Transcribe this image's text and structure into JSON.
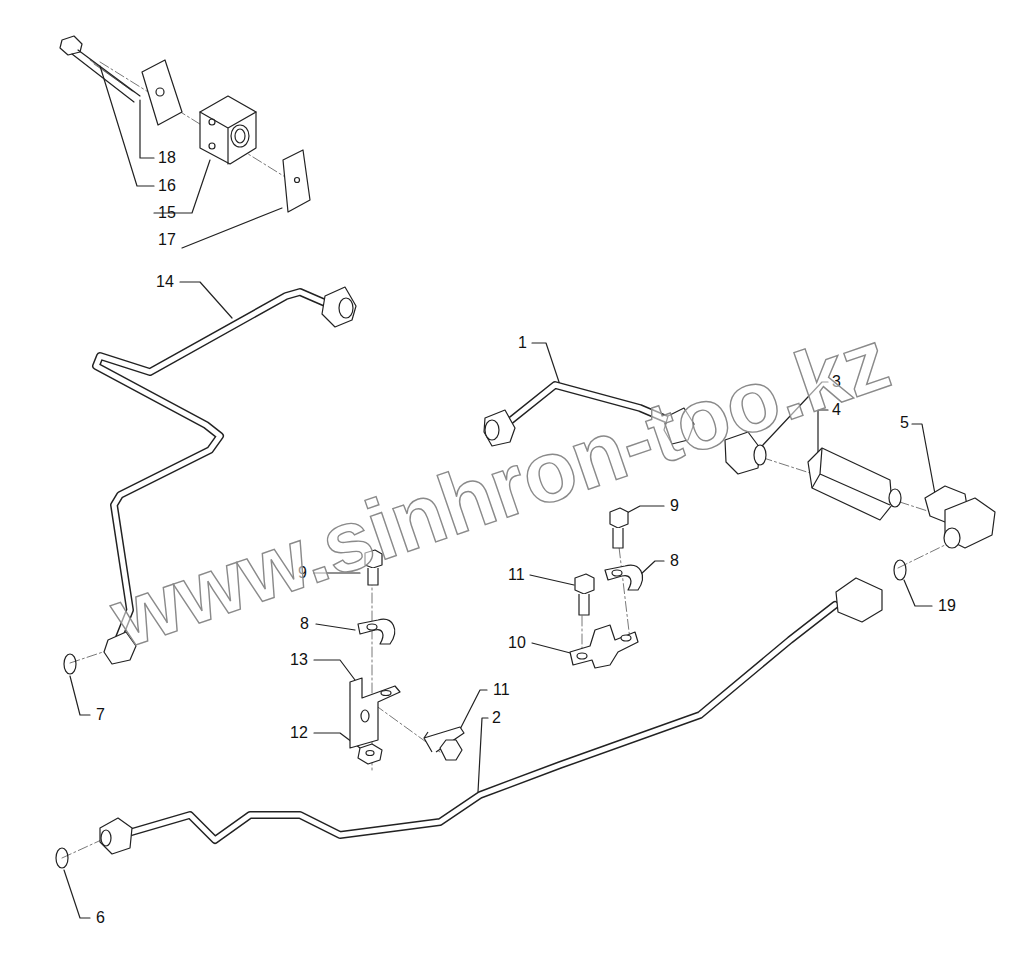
{
  "diagram": {
    "labels": [
      "18",
      "16",
      "15",
      "17",
      "14",
      "1",
      "3",
      "4",
      "5",
      "9",
      "8",
      "9",
      "11",
      "19",
      "8",
      "10",
      "13",
      "11",
      "7",
      "2",
      "12",
      "6",
      "www.sinhron-too.kz"
    ]
  }
}
